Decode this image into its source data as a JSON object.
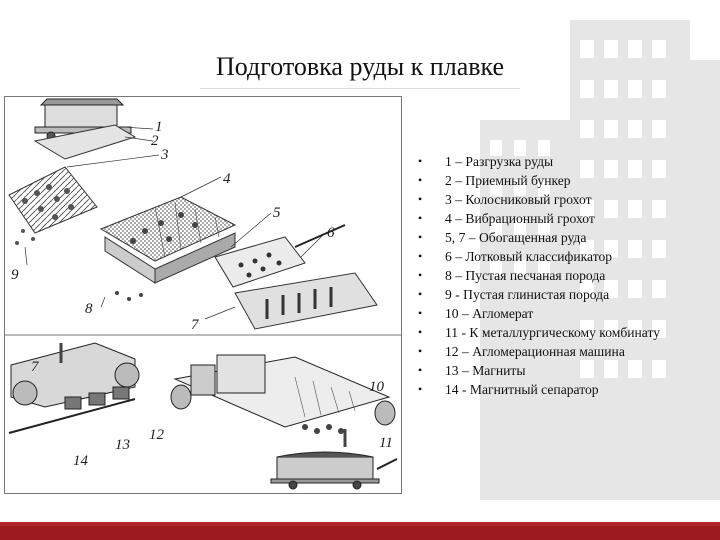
{
  "slide": {
    "title": "Подготовка руды к плавке"
  },
  "figure": {
    "labels": [
      "1",
      "2",
      "3",
      "4",
      "5",
      "6",
      "7",
      "8",
      "9",
      "7",
      "10",
      "11",
      "12",
      "13",
      "14"
    ]
  },
  "legend": {
    "items": [
      "1   –  Разгрузка руды",
      "2  –  Приемный бункер",
      "3  –  Колосниковый грохот",
      "4  –  Вибрационный грохот",
      "5, 7 – Обогащенная руда",
      "6  –  Лотковый классификатор",
      "8  –  Пустая песчаная порода",
      "9  -  Пустая глинистая порода",
      "10 – Агломерат",
      "11 -  К металлургическому комбинату",
      "12 – Агломерационная машина",
      "13 – Магниты",
      "14 - Магнитный сепаратор"
    ],
    "bullet": "•"
  },
  "colors": {
    "accent_bar": "#9b1b1e",
    "text": "#111111"
  }
}
